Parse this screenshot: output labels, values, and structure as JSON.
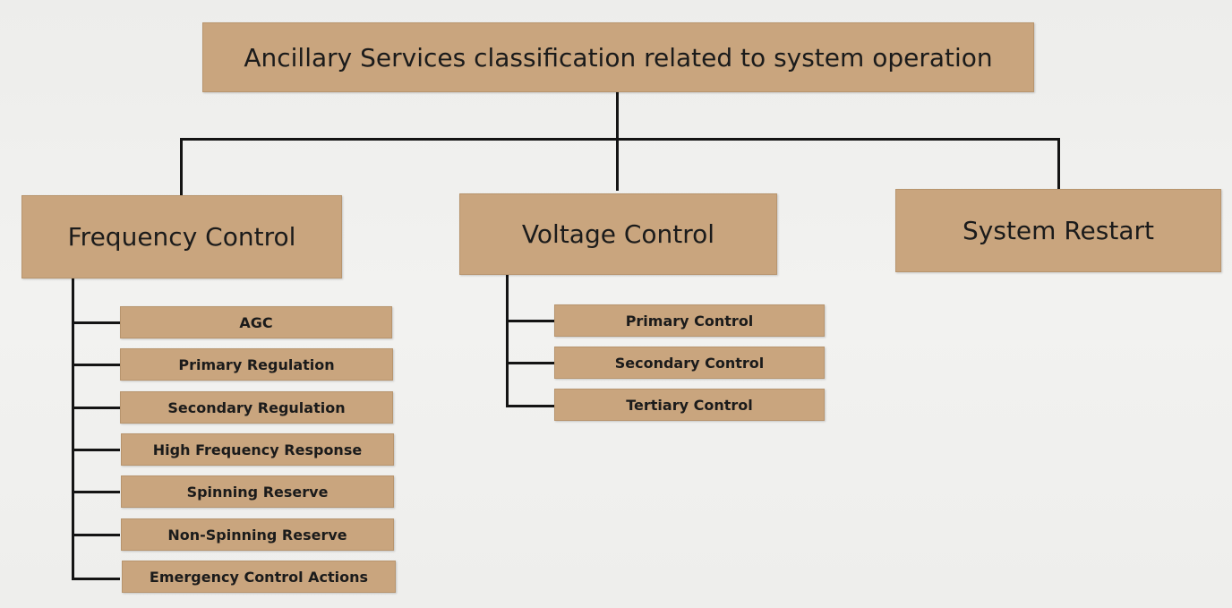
{
  "root": {
    "label": "Ancillary Services classification related to system operation"
  },
  "categories": [
    {
      "label": "Frequency Control",
      "children": [
        "AGC",
        "Primary Regulation",
        "Secondary Regulation",
        "High Frequency Response",
        "Spinning Reserve",
        "Non-Spinning Reserve",
        "Emergency Control Actions"
      ]
    },
    {
      "label": "Voltage Control",
      "children": [
        "Primary Control",
        "Secondary Control",
        "Tertiary Control"
      ]
    },
    {
      "label": "System Restart",
      "children": []
    }
  ],
  "colors": {
    "box_fill": "#c9a57e",
    "connector": "#141414",
    "background": "#efefed"
  }
}
